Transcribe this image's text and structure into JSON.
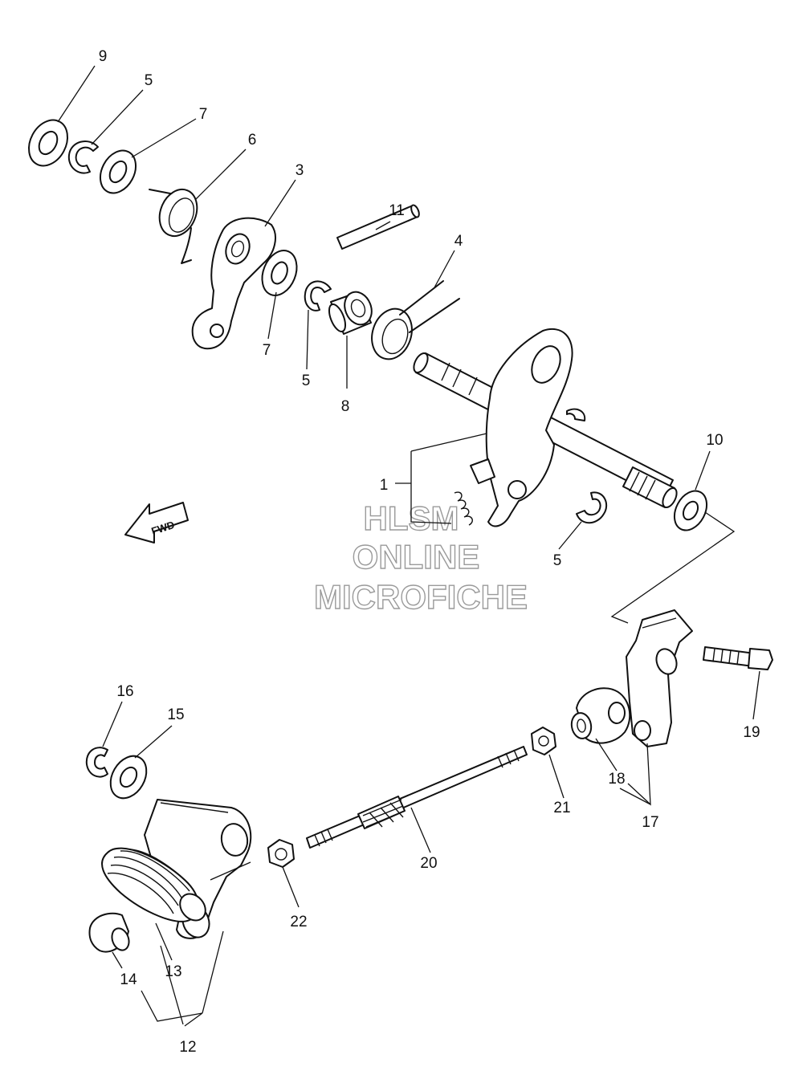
{
  "callouts": {
    "p1": "1",
    "p3": "3",
    "p4": "4",
    "p5a": "5",
    "p5b": "5",
    "p5c": "5",
    "p6": "6",
    "p7a": "7",
    "p7b": "7",
    "p8": "8",
    "p9": "9",
    "p10": "10",
    "p11": "11",
    "p12": "12",
    "p13": "13",
    "p14": "14",
    "p15": "15",
    "p16": "16",
    "p17": "17",
    "p18": "18",
    "p19": "19",
    "p20": "20",
    "p21": "21",
    "p22": "22"
  },
  "direction_arrow": "FWD",
  "watermark": {
    "line1": "HLSM",
    "line2": "ONLINE",
    "line3": "MICROFICHE"
  }
}
